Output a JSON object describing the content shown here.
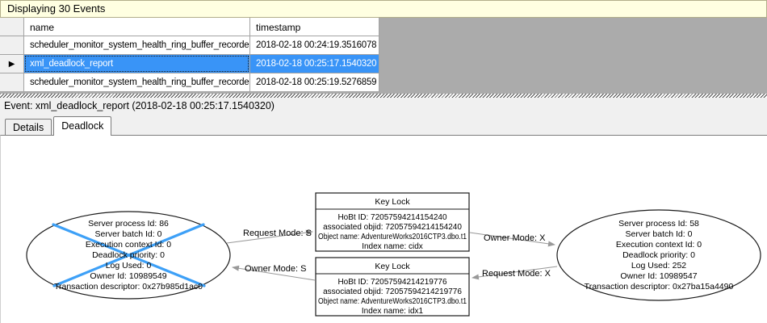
{
  "window": {
    "events_count_label": "Displaying 30 Events"
  },
  "grid": {
    "columns": [
      {
        "label": "name"
      },
      {
        "label": "timestamp"
      }
    ],
    "selected_row_marker": "▶",
    "rows": [
      {
        "name": "scheduler_monitor_system_health_ring_buffer_recorded",
        "timestamp": "2018-02-18 00:24:19.3516078",
        "selected": false
      },
      {
        "name": "xml_deadlock_report",
        "timestamp": "2018-02-18 00:25:17.1540320",
        "selected": true
      },
      {
        "name": "scheduler_monitor_system_health_ring_buffer_recorded",
        "timestamp": "2018-02-18 00:25:19.5276859",
        "selected": false
      }
    ]
  },
  "event_bar": {
    "label": "Event: xml_deadlock_report (2018-02-18 00:25:17.1540320)"
  },
  "tabs": {
    "details": "Details",
    "deadlock": "Deadlock"
  },
  "deadlock_graph": {
    "victim_process": {
      "lines": [
        "Server process Id: 86",
        "Server batch Id: 0",
        "Execution context Id: 0",
        "Deadlock priority: 0",
        "Log Used: 0",
        "Owner Id: 10989549",
        "Transaction descriptor: 0x27b985d1ac0"
      ]
    },
    "surviving_process": {
      "lines": [
        "Server process Id: 58",
        "Server batch Id: 0",
        "Execution context Id: 0",
        "Deadlock priority: 0",
        "Log Used: 252",
        "Owner Id: 10989547",
        "Transaction descriptor: 0x27ba15a4490"
      ]
    },
    "top_lock": {
      "title": "Key Lock",
      "lines": [
        "HoBt ID: 72057594214154240",
        "associated objid: 72057594214154240",
        "Object name: AdventureWorks2016CTP3.dbo.t1",
        "Index name: cidx"
      ]
    },
    "bottom_lock": {
      "title": "Key Lock",
      "lines": [
        "HoBt ID: 72057594214219776",
        "associated objid: 72057594214219776",
        "Object name: AdventureWorks2016CTP3.dbo.t1",
        "Index name: idx1"
      ]
    },
    "edges": {
      "request_s": "Request Mode: S",
      "owner_s": "Owner Mode: S",
      "owner_x": "Owner Mode: X",
      "request_x": "Request Mode: X"
    },
    "colors": {
      "victim_cross": "#3DA0F7",
      "selection": "#3994F7",
      "edge": "#999999",
      "info_bar": "#FFFFE1"
    }
  }
}
